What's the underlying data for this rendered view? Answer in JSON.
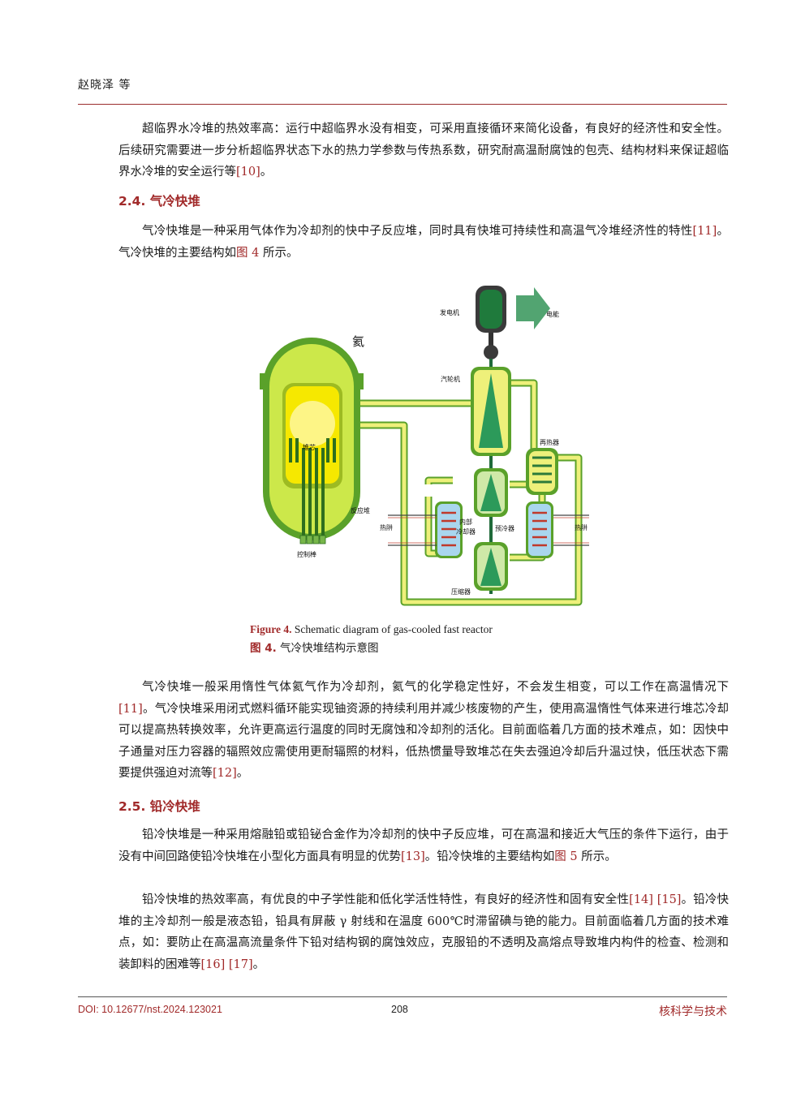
{
  "header": {
    "author": "赵晓泽 等"
  },
  "body": {
    "p1_text": "超临界水冷堆的热效率高：运行中超临界水没有相变，可采用直接循环来简化设备，有良好的经济性和安全性。后续研究需要进一步分析超临界状态下水的热力学参数与传热系数，研究耐高温耐腐蚀的包壳、结构材料来保证超临界水冷堆的安全运行等",
    "p1_ref": "[10]",
    "p1_end": "。",
    "s24_title": "2.4. 气冷快堆",
    "p2_a": "气冷快堆是一种采用气体作为冷却剂的快中子反应堆，同时具有快堆可持续性和高温气冷堆经济性的特性",
    "p2_ref": "[11]",
    "p2_b": "。气冷快堆的主要结构如",
    "p2_figref": "图 4",
    "p2_c": " 所示。",
    "p3_a": "气冷快堆一般采用惰性气体氦气作为冷却剂，氦气的化学稳定性好，不会发生相变，可以工作在高温情况下",
    "p3_ref1": "[11]",
    "p3_b": "。气冷快堆采用闭式燃料循环能实现铀资源的持续利用并减少核废物的产生，使用高温惰性气体来进行堆芯冷却可以提高热转换效率，允许更高运行温度的同时无腐蚀和冷却剂的活化。目前面临着几方面的技术难点，如：因快中子通量对压力容器的辐照效应需使用更耐辐照的材料，低热惯量导致堆芯在失去强迫冷却后升温过快，低压状态下需要提供强迫对流等",
    "p3_ref2": "[12]",
    "p3_c": "。",
    "s25_title": "2.5. 铅冷快堆",
    "p4_a": "铅冷快堆是一种采用熔融铅或铅铋合金作为冷却剂的快中子反应堆，可在高温和接近大气压的条件下运行，由于没有中间回路使铅冷快堆在小型化方面具有明显的优势",
    "p4_ref": "[13]",
    "p4_b": "。铅冷快堆的主要结构如",
    "p4_figref": "图 5",
    "p4_c": " 所示。",
    "p5_a": "铅冷快堆的热效率高，有优良的中子学性能和低化学活性特性，有良好的经济性和固有安全性",
    "p5_ref1": "[14]",
    "p5_sp": " ",
    "p5_ref2": "[15]",
    "p5_b": "。铅冷快堆的主冷却剂一般是液态铅，铅具有屏蔽 γ 射线和在温度 600℃时滞留碘与铯的能力。目前面临着几方面的技术难点，如：要防止在高温高流量条件下铅对结构钢的腐蚀效应，克服铅的不透明及高熔点导致堆内构件的检查、检测和装卸料的困难等",
    "p5_ref3": "[16]",
    "p5_sp2": " ",
    "p5_ref4": "[17]",
    "p5_c": "。"
  },
  "figure": {
    "labels": {
      "generator": "发电机",
      "electricity": "电能",
      "helium": "氦",
      "turbine": "汽轮机",
      "recuperator": "再热器",
      "core": "堆芯",
      "reactor": "反应堆",
      "heat_sink_left": "热阱",
      "inner_cooler": "内部冷却器",
      "inner_cooler_l1": "内部",
      "inner_cooler_l2": "冷却器",
      "precooler": "预冷器",
      "heat_sink_right": "热阱",
      "control_rods": "控制棒",
      "compressor": "压缩器"
    },
    "caption_en_label": "Figure 4.",
    "caption_en_text": " Schematic diagram of gas-cooled fast reactor",
    "caption_zh_label": "图 4.",
    "caption_zh_text": "  气冷快堆结构示意图",
    "colors": {
      "vessel": "#5aa12a",
      "vessel_fill": "#cce84a",
      "core": "#f6e800",
      "pipe": "#eef07a",
      "turbine": "#2c9a5a",
      "cooler_blue": "#a9d6ee",
      "coil_red": "#c0392b"
    }
  },
  "footer": {
    "doi": "DOI: 10.12677/nst.2024.123021",
    "page": "208",
    "journal": "核科学与技术"
  }
}
